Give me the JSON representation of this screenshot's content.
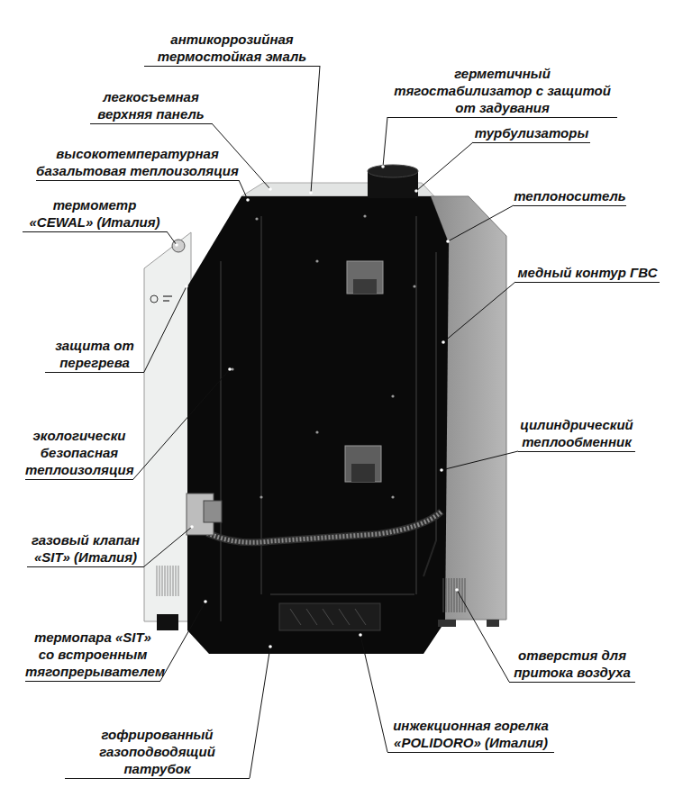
{
  "diagram": {
    "labels": [
      "антикоррозийная термостойкая эмаль",
      "герметичный тягостабилизатор с защитой от задувания",
      "легкосъемная верхняя панель",
      "турбулизаторы",
      "высокотемпературная базальтовая теплоизоляция",
      "теплоноситель",
      "термометр «CEWAL» (Италия)",
      "медный контур ГВС",
      "защита от перегрева",
      "экологически безопасная теплоизоляция",
      "цилиндрический теплообменник",
      "газовый клапан «SIT» (Италия)",
      "термопара «SIT» со встроенным тягопрерывателем",
      "отверстия для притока воздуха",
      "гофрированный газоподводящий патрубок",
      "инжекционная горелка «POLIDORO» (Италия)"
    ]
  }
}
